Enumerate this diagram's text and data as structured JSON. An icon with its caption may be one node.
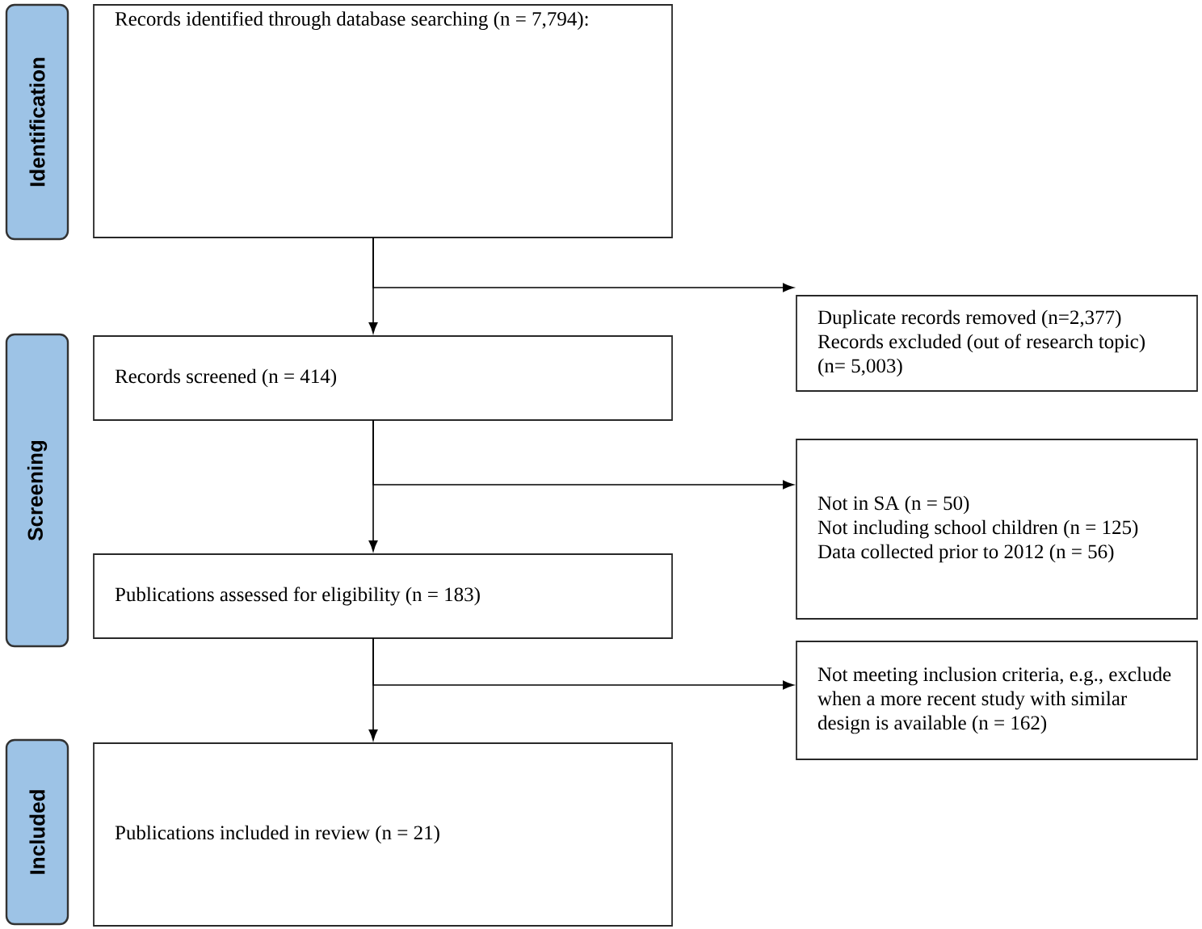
{
  "diagram": {
    "nodes": [
      {
        "text": [
          "Identification"
        ]
      },
      {
        "text": [
          "Screening"
        ]
      },
      {
        "text": [
          "Included"
        ]
      },
      {
        "text": [
          "Records identified through database searching (n = 7,794):"
        ]
      },
      {
        "text": [
          "Duplicate records removed (n=2,377)",
          "Records excluded (out of research topic) (n= 5,003)"
        ]
      },
      {
        "text": [
          "Records screened (n = 414)"
        ]
      },
      {
        "text": [
          "Not in SA (n = 50)",
          "Not including school children (n = 125)",
          "Data collected prior to 2012 (n = 56)"
        ]
      },
      {
        "text": [
          "Publications assessed for eligibility (n = 183)"
        ]
      },
      {
        "text": [
          "Not meeting inclusion criteria, e.g., exclude when a more recent study with similar design is available (n = 162)"
        ]
      },
      {
        "text": [
          "Publications included in review (n = 21)"
        ]
      }
    ],
    "edges": [
      {
        "from": 3,
        "to": 5,
        "arrow": "to"
      },
      {
        "from": 3,
        "to": 4,
        "arrow": "to"
      },
      {
        "from": 5,
        "to": 7,
        "arrow": "to"
      },
      {
        "from": 5,
        "to": 6,
        "arrow": "to"
      },
      {
        "from": 7,
        "to": 9,
        "arrow": "to"
      },
      {
        "from": 7,
        "to": 8,
        "arrow": "to"
      }
    ]
  }
}
